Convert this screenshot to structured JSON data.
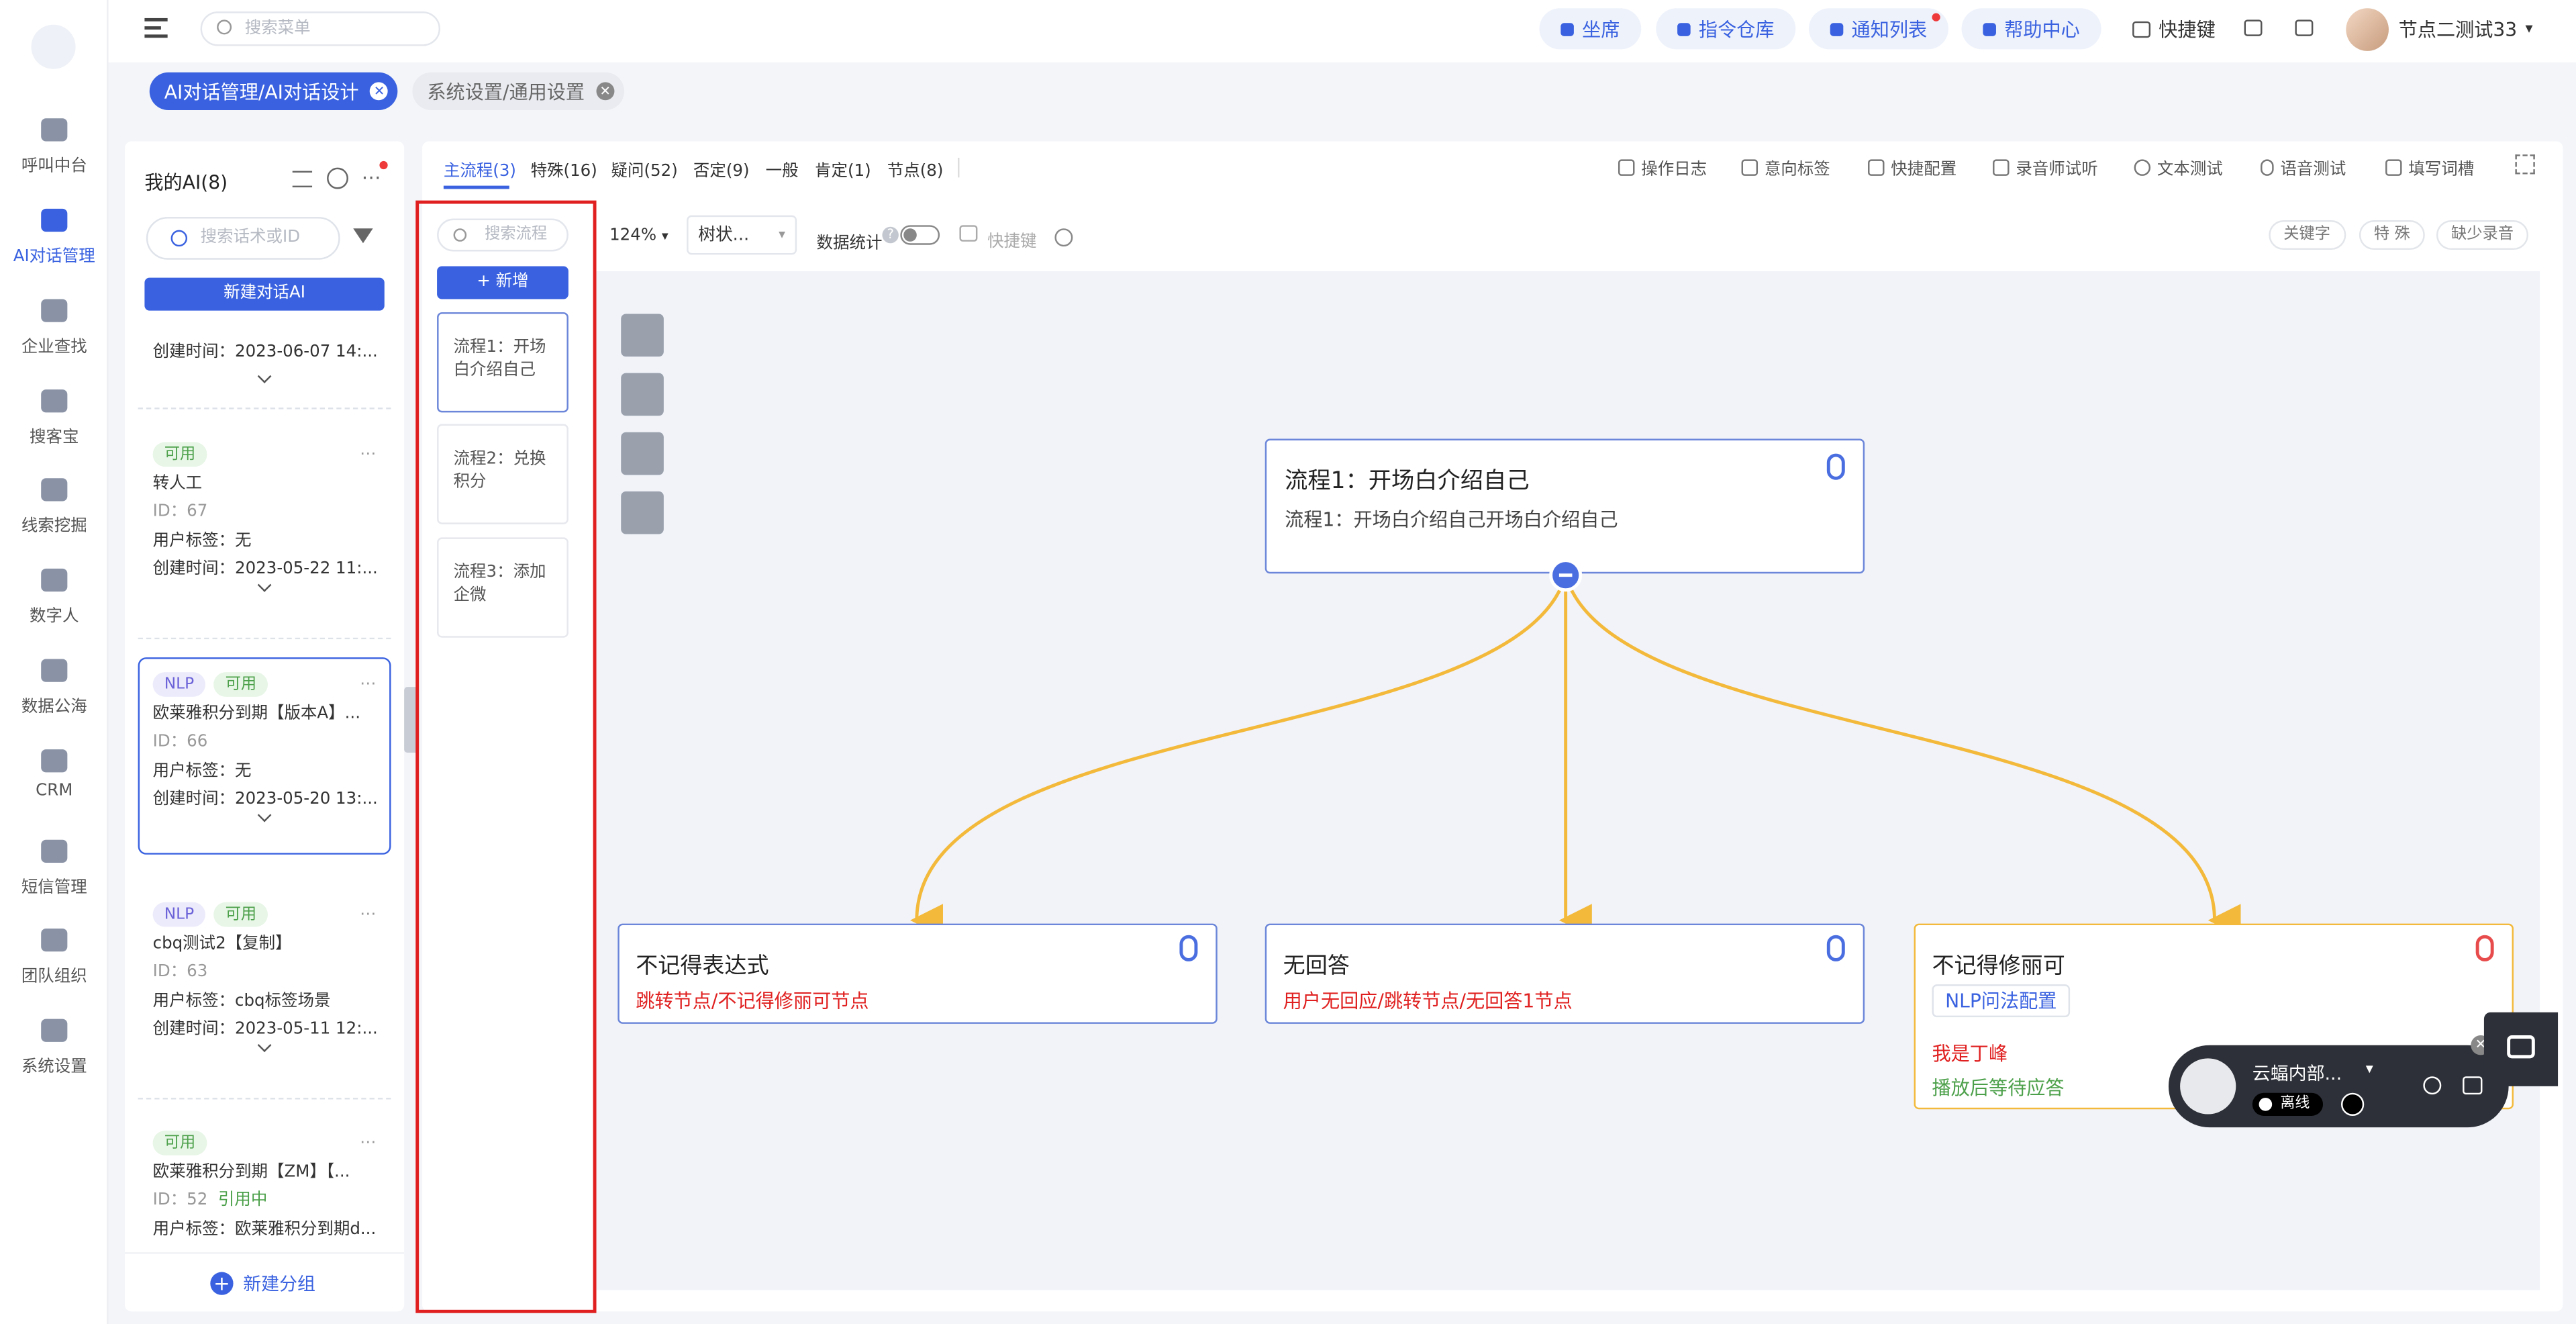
{
  "nav": {
    "items": [
      {
        "label": "呼叫中台",
        "icon": "monitor-icon"
      },
      {
        "label": "AI对话管理",
        "icon": "book-icon"
      },
      {
        "label": "企业查找",
        "icon": "bulb-icon"
      },
      {
        "label": "搜客宝",
        "icon": "search-doc-icon"
      },
      {
        "label": "线索挖掘",
        "icon": "target-icon"
      },
      {
        "label": "数字人",
        "icon": "robot-icon"
      },
      {
        "label": "数据公海",
        "icon": "chart-icon"
      },
      {
        "label": "CRM",
        "icon": "contact-icon"
      },
      {
        "label": "短信管理",
        "icon": "message-icon"
      },
      {
        "label": "团队组织",
        "icon": "team-icon"
      },
      {
        "label": "系统设置",
        "icon": "grid-icon"
      }
    ]
  },
  "header": {
    "search_placeholder": "搜索菜单",
    "seat": "坐席",
    "command": "指令仓库",
    "notice": "通知列表",
    "help": "帮助中心",
    "shortcut": "快捷键",
    "user": "节点二测试33"
  },
  "tabs": [
    {
      "label": "AI对话管理/AI对话设计"
    },
    {
      "label": "系统设置/通用设置"
    }
  ],
  "aipanel": {
    "title": "我的AI(8)",
    "search_placeholder": "搜索话术或ID",
    "new_btn": "新建对话AI",
    "first_created": "创建时间：2023-06-07 14:...",
    "cards": [
      {
        "tags": [
          "可用"
        ],
        "name": "转人工",
        "id": "ID：67",
        "label": "用户标签：无",
        "created": "创建时间：2023-05-22 11:..."
      },
      {
        "tags": [
          "NLP",
          "可用"
        ],
        "name": "欧莱雅积分到期【版本A】...",
        "id": "ID：66",
        "label": "用户标签：无",
        "created": "创建时间：2023-05-20 13:..."
      },
      {
        "tags": [
          "NLP",
          "可用"
        ],
        "name": "cbq测试2【复制】",
        "id": "ID：63",
        "label": "用户标签：cbq标签场景",
        "created": "创建时间：2023-05-11 12:..."
      },
      {
        "tags": [
          "可用"
        ],
        "name": "欧莱雅积分到期【ZM】【...",
        "id": "ID：52",
        "status": "引用中",
        "label": "用户标签：欧莱雅积分到期d..."
      }
    ],
    "new_group": "新建分组"
  },
  "main": {
    "flow_tabs": [
      "主流程(3)",
      "特殊(16)",
      "疑问(52)",
      "否定(9)",
      "一般",
      "肯定(1)",
      "节点(8)"
    ],
    "tools": [
      "操作日志",
      "意向标签",
      "快捷配置",
      "录音师试听",
      "文本测试",
      "语音测试",
      "填写词槽"
    ],
    "flow_search": "搜索流程",
    "flow_add": "+ 新增",
    "flows": [
      "流程1：开场白介绍自己",
      "流程2：兑换积分",
      "流程3：添加企微"
    ],
    "zoom": "124%",
    "view_mode": "树状...",
    "data_stat": "数据统计",
    "quick_key": "快捷键",
    "kw_buttons": [
      "关键字",
      "特 殊",
      "缺少录音"
    ]
  },
  "graph": {
    "root": {
      "title": "流程1：开场白介绍自己",
      "subtitle": "流程1：开场白介绍自己开场白介绍自己"
    },
    "children": [
      {
        "title": "不记得表达式",
        "line": "跳转节点/不记得修丽可节点"
      },
      {
        "title": "无回答",
        "line": "用户无回应/跳转节点/无回答1节点"
      },
      {
        "title": "不记得修丽可",
        "nlp": "NLP问法配置",
        "line1": "我是丁峰",
        "line2": "播放后等待应答"
      }
    ]
  },
  "phone": {
    "name": "云蝠内部...",
    "status": "离线"
  },
  "colors": {
    "accent": "#3a62e0",
    "edge": "#f3b93a",
    "highlight": "#e02020"
  }
}
